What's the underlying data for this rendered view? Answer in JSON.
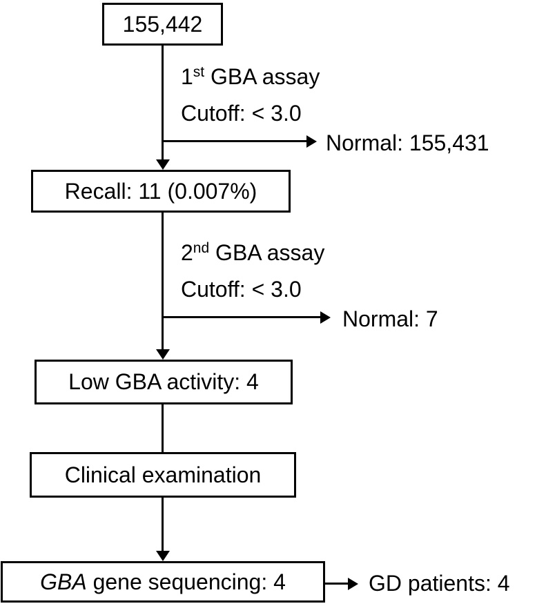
{
  "flowchart": {
    "nodes": {
      "total": {
        "label": "155,442"
      },
      "recall": {
        "label": "Recall: 11 (0.007%)"
      },
      "low": {
        "label": "Low GBA activity: 4"
      },
      "clinical": {
        "label": "Clinical examination"
      },
      "sequencing": {
        "label_italic": "GBA",
        "label_rest": " gene sequencing: 4"
      }
    },
    "edges": {
      "assay1": {
        "step_number": "1",
        "step_suffix": "st",
        "step_rest": " GBA assay",
        "cutoff": "Cutoff: < 3.0"
      },
      "assay2": {
        "step_number": "2",
        "step_suffix": "nd",
        "step_rest": " GBA assay",
        "cutoff": "Cutoff: < 3.0"
      },
      "normal1": {
        "label": "Normal: 155,431"
      },
      "normal2": {
        "label": "Normal: 7"
      },
      "gd": {
        "label": "GD patients: 4"
      }
    },
    "colors": {
      "line": "#000000",
      "background": "#ffffff"
    }
  }
}
